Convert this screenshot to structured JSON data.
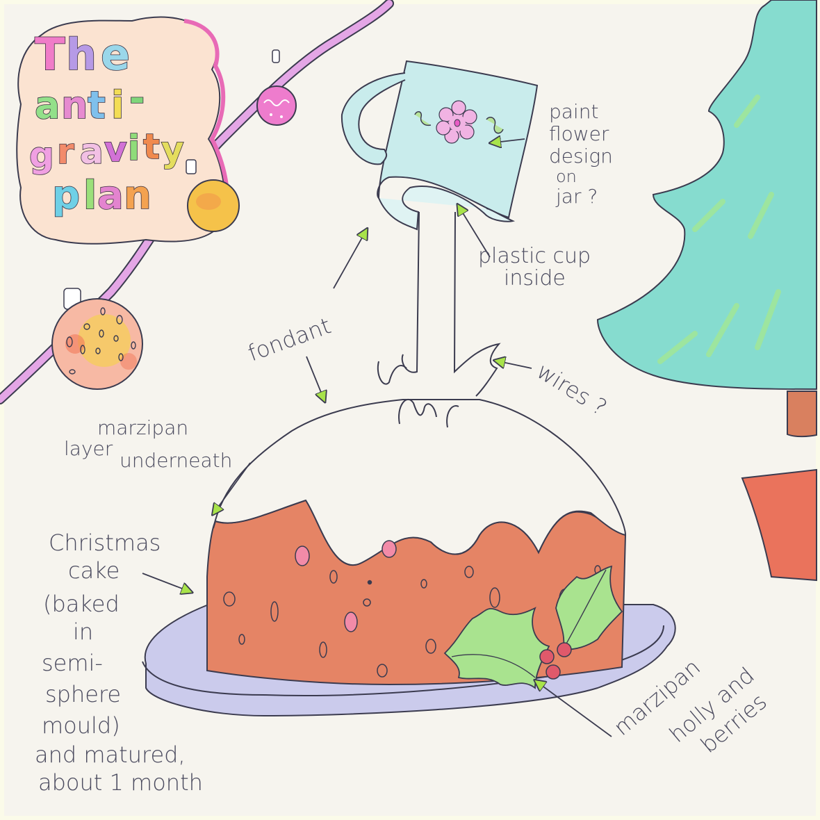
{
  "title": {
    "lines": [
      "The",
      "anti-",
      "gravity",
      "plan"
    ],
    "letters": [
      {
        "ch": "T",
        "color": "#f07cc8"
      },
      {
        "ch": "h",
        "color": "#b69ae6"
      },
      {
        "ch": "e",
        "color": "#9ad7ea"
      },
      {
        "ch": "a",
        "color": "#93e08a"
      },
      {
        "ch": "n",
        "color": "#e68bd0"
      },
      {
        "ch": "t",
        "color": "#7fc0ec"
      },
      {
        "ch": "i",
        "color": "#f3dd55"
      },
      {
        "ch": "-",
        "color": "#7fd67a"
      },
      {
        "ch": "g",
        "color": "#f0a0e2"
      },
      {
        "ch": "r",
        "color": "#f28b6b"
      },
      {
        "ch": "a",
        "color": "#f2c0e4"
      },
      {
        "ch": "v",
        "color": "#d272d6"
      },
      {
        "ch": "i",
        "color": "#8fdc7a"
      },
      {
        "ch": "t",
        "color": "#f08a4e"
      },
      {
        "ch": "y",
        "color": "#e4dd5e"
      },
      {
        "ch": "p",
        "color": "#6fd0e6"
      },
      {
        "ch": "l",
        "color": "#9be07a"
      },
      {
        "ch": "a",
        "color": "#e384cf"
      },
      {
        "ch": "n",
        "color": "#f4a250"
      }
    ]
  },
  "annotations": {
    "jar_design": [
      "paint",
      "flower",
      "design",
      "on",
      "jar ?"
    ],
    "plastic_cup": [
      "plastic cup",
      "inside"
    ],
    "fondant": "fondant",
    "wires": "wires ?",
    "marzipan_layer": [
      "marzipan",
      "layer",
      "underneath"
    ],
    "christmas_cake": [
      "Christmas",
      "cake",
      "(baked",
      "in",
      "semi-",
      "sphere",
      "mould)",
      "and matured,",
      "about 1 month"
    ],
    "holly": [
      "marzipan",
      "holly and",
      "berries"
    ]
  },
  "colors": {
    "paper": "#f6f4ee",
    "ink": "#3b3b4f",
    "cake": "#e27a5a",
    "plate": "#c9c9ea",
    "jar": "#c9ecec",
    "tree": "#7fdcd2",
    "tree_highlight": "#9ee68a",
    "pot": "#e8705a",
    "trunk": "#d6785a",
    "holly_leaf": "#a9e38f",
    "berry": "#e0596b",
    "arrow_tip": "#a8e34a",
    "garland": "#e4a6e6",
    "title_blob": "#fbe2d2",
    "title_blob_border": "#e86ab6"
  },
  "illustration": {
    "subject": "Anti-gravity Christmas cake with floating pouring jar",
    "elements": [
      "title-cloud",
      "garland",
      "ornament-pink",
      "ornament-gold",
      "ornament-orange",
      "jar",
      "fondant-stream",
      "cake-dome",
      "cake-body",
      "holly",
      "berries",
      "plate",
      "christmas-tree",
      "tree-trunk",
      "tree-pot"
    ]
  }
}
